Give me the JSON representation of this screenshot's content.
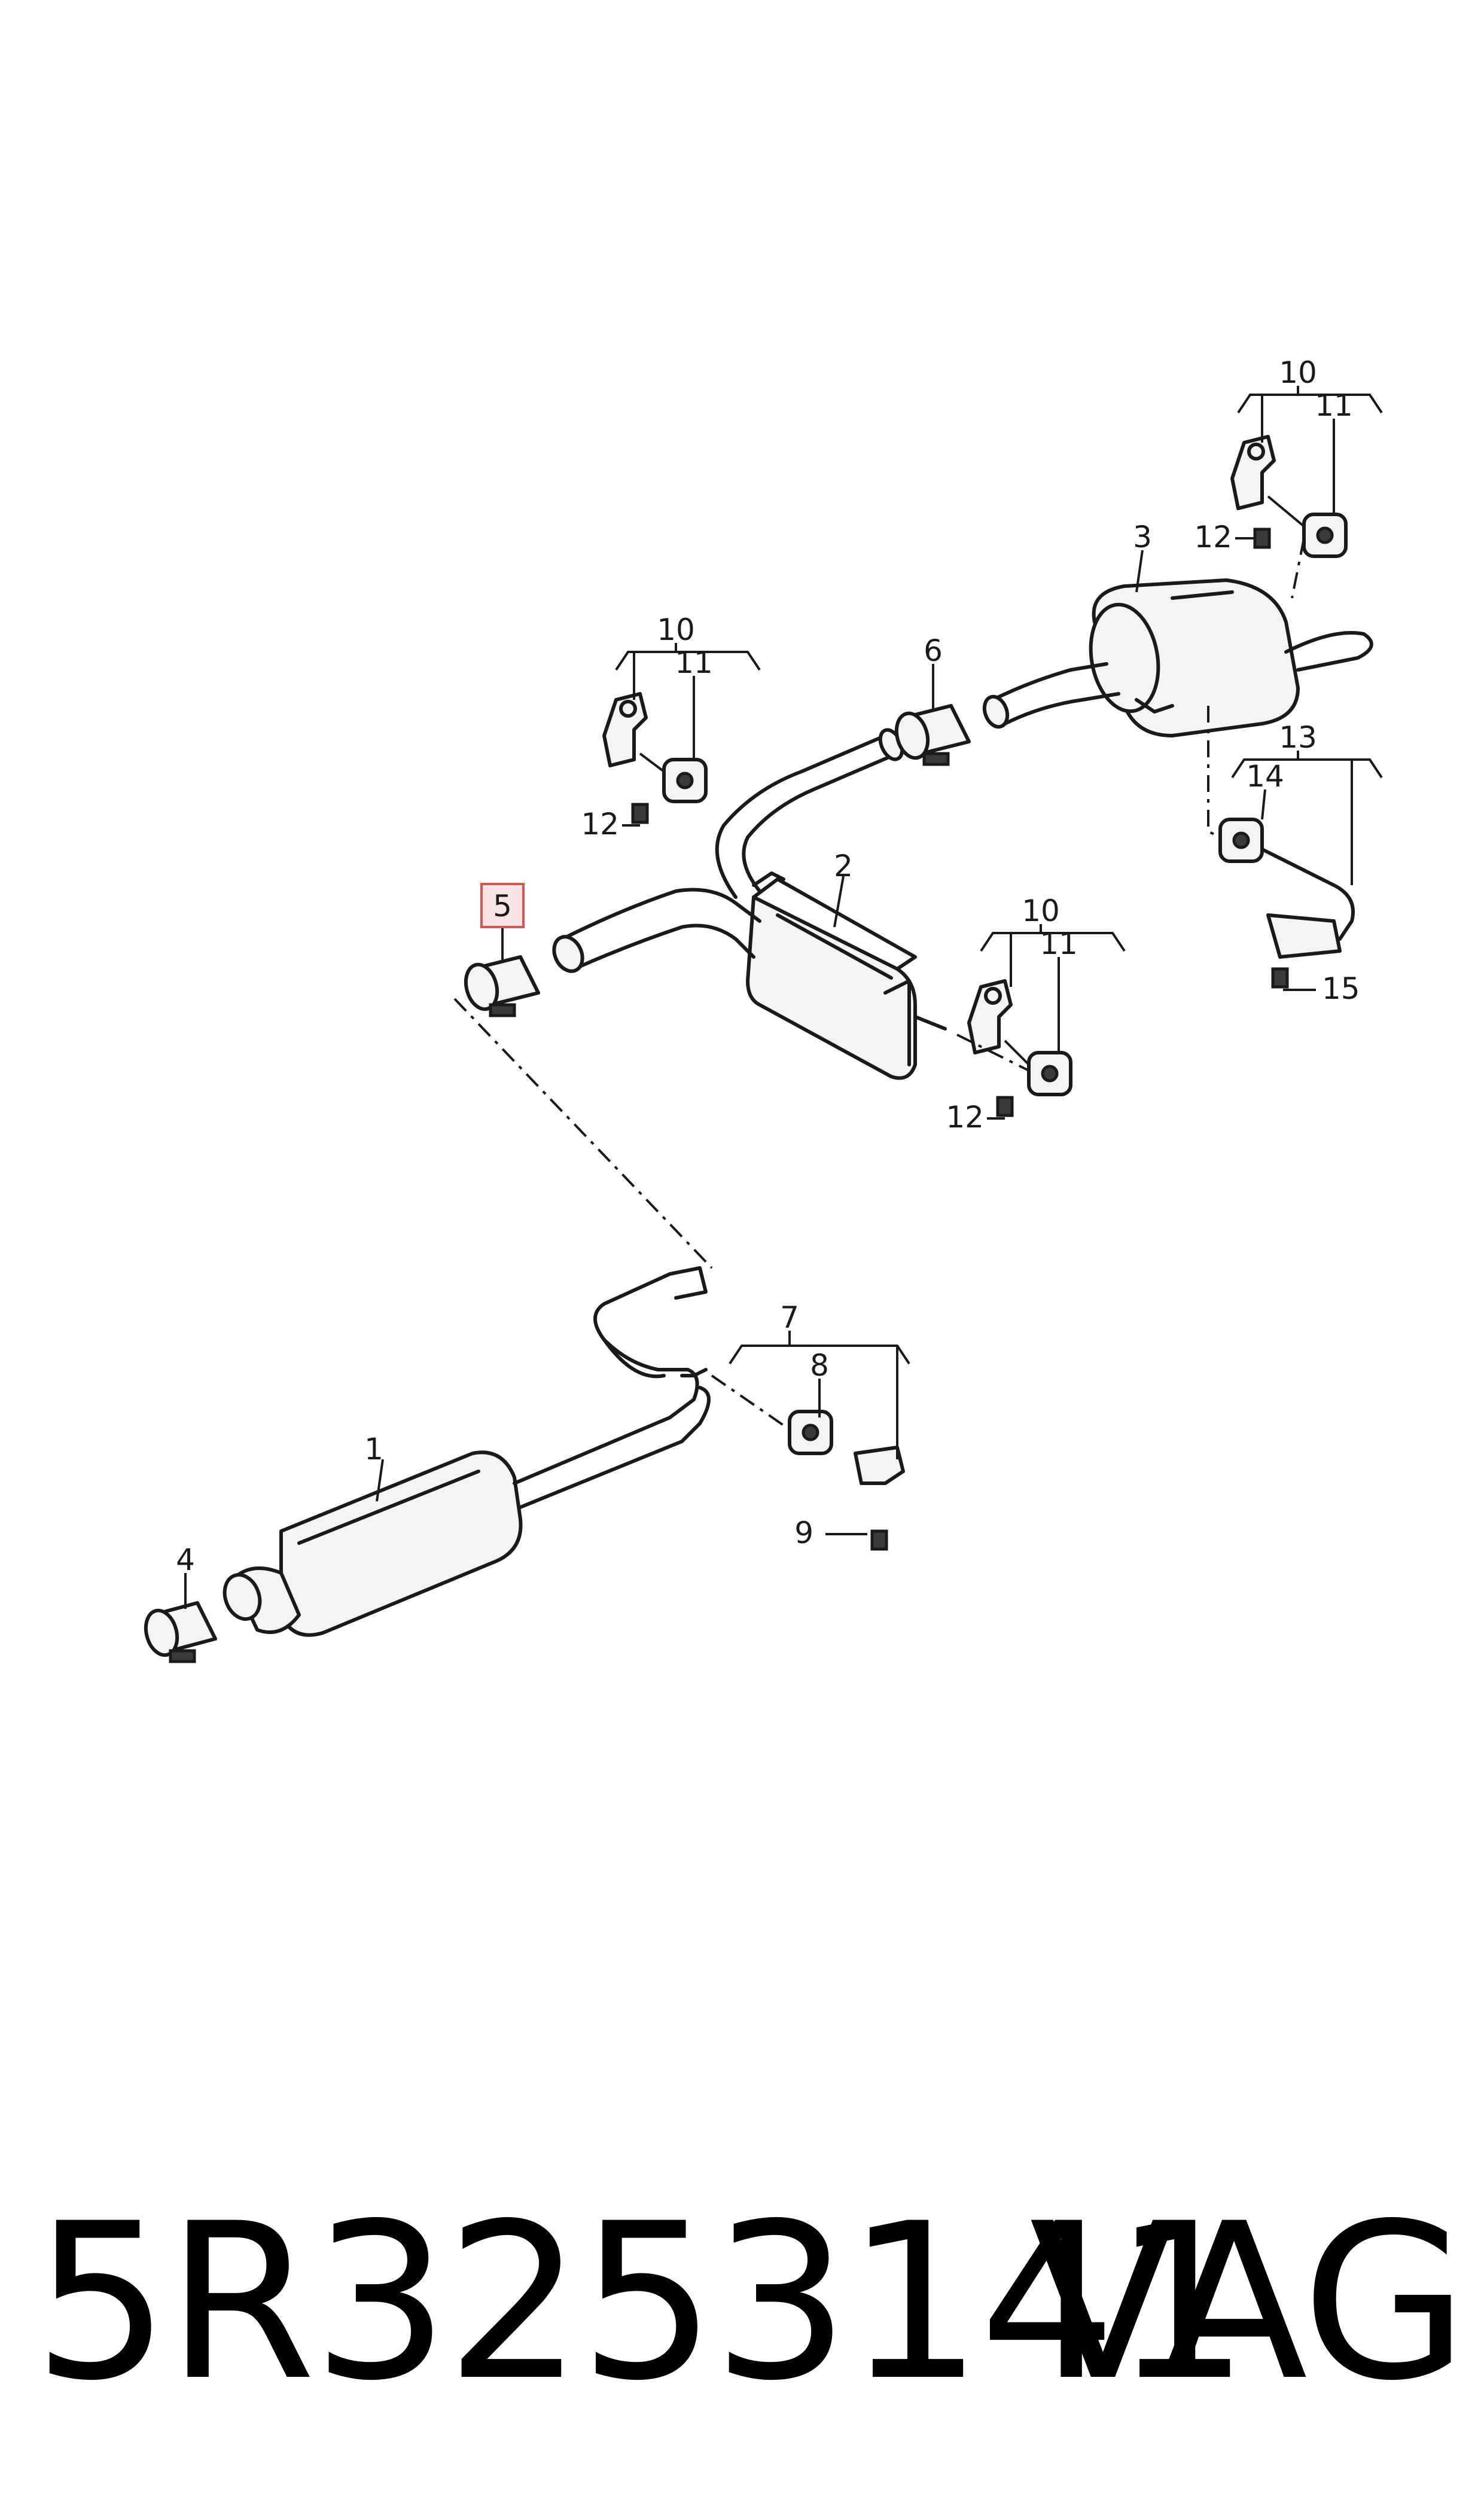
{
  "diagram": {
    "callouts": {
      "c1": "1",
      "c2": "2",
      "c3": "3",
      "c4": "4",
      "c5": "5",
      "c6": "6",
      "c7": "7",
      "c8": "8",
      "c9": "9",
      "c10a": "10",
      "c10b": "10",
      "c10c": "10",
      "c11a": "11",
      "c11b": "11",
      "c11c": "11",
      "c12a": "12",
      "c12b": "12",
      "c12c": "12",
      "c13": "13",
      "c14": "14",
      "c15": "15"
    },
    "highlighted_callout": "5",
    "highlight_color": "#d9534f"
  },
  "footer": {
    "part_number": "5R3253141",
    "brand": "VAG"
  }
}
